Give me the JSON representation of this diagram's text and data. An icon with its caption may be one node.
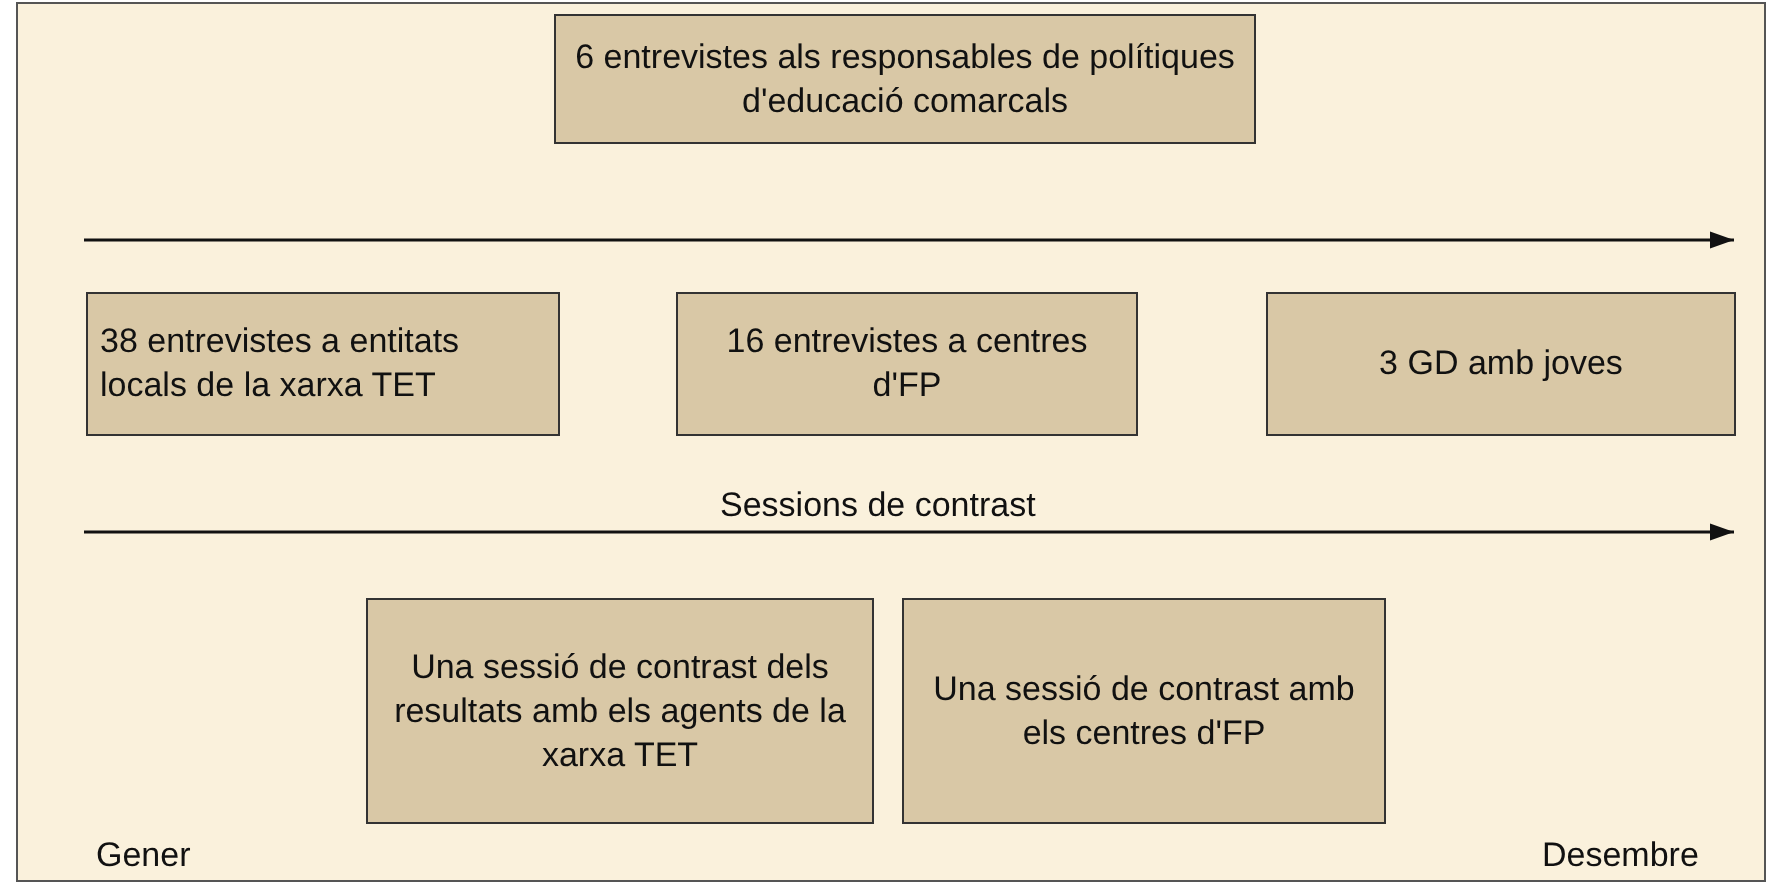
{
  "diagram": {
    "nodes": [
      {
        "text": [
          "6 entrevistes als responsables de polítiques d'educació comarcals"
        ]
      },
      {
        "text": [
          "38 entrevistes a entitats locals de la xarxa TET"
        ]
      },
      {
        "text": [
          "16 entrevistes a centres d'FP"
        ]
      },
      {
        "text": [
          "3 GD amb joves"
        ]
      },
      {
        "text": [
          "Una sessió de contrast dels resultats amb els agents de la xarxa TET"
        ]
      },
      {
        "text": [
          "Una sessió de contrast amb els centres d'FP"
        ]
      }
    ],
    "labels": [
      "Sessions de contrast",
      "Gener",
      "Desembre"
    ]
  }
}
